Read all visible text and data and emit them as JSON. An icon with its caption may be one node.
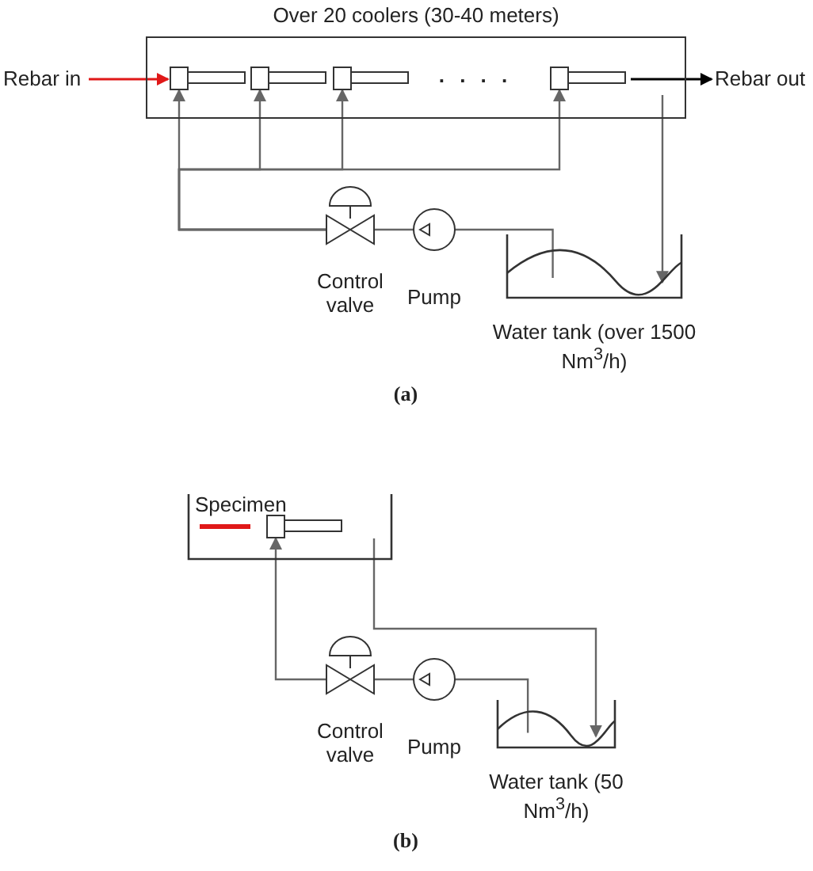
{
  "diagram": {
    "nodes": [
      {
        "text": [
          "Over 20 coolers (30-40 meters)"
        ]
      },
      {
        "text": [],
        "shape": "box",
        "in": 0
      },
      {
        "text": [],
        "shape": "box",
        "in": 0
      },
      {
        "text": [],
        "shape": "box",
        "in": 0
      },
      {
        "text": [],
        "shape": "box",
        "in": 0
      },
      {
        "text": [
          "Rebar in"
        ]
      },
      {
        "text": [
          "Rebar out"
        ]
      },
      {
        "text": [
          "Control valve"
        ]
      },
      {
        "text": [
          "Pump"
        ]
      },
      {
        "text": [
          "Water tank (over 1500 Nm$^{3}$/h)"
        ]
      },
      {
        "text": [
          "Specimen"
        ]
      },
      {
        "text": [],
        "shape": "box",
        "in": 10
      },
      {
        "text": [
          "Control valve"
        ]
      },
      {
        "text": [
          "Pump"
        ]
      },
      {
        "text": [
          "Water tank (50 Nm$^{3}$/h)"
        ]
      }
    ],
    "edges": [
      {
        "from": 5,
        "to": 1,
        "arrow": "to",
        "color": "#e01818"
      },
      {
        "from": 4,
        "to": 6,
        "arrow": "to",
        "color": "#000000"
      },
      {
        "from": 9,
        "to": 8,
        "arrow": "none"
      },
      {
        "from": 8,
        "to": 7,
        "arrow": "none"
      },
      {
        "from": 7,
        "to": 1,
        "arrow": "to"
      },
      {
        "from": 7,
        "to": 2,
        "arrow": "to"
      },
      {
        "from": 7,
        "to": 3,
        "arrow": "to"
      },
      {
        "from": 7,
        "to": 4,
        "arrow": "to"
      },
      {
        "from": 0,
        "to": 9,
        "arrow": "to"
      },
      {
        "from": 14,
        "to": 13,
        "arrow": "none"
      },
      {
        "from": 13,
        "to": 12,
        "arrow": "none"
      },
      {
        "from": 12,
        "to": 11,
        "arrow": "to"
      },
      {
        "from": 10,
        "to": 14,
        "arrow": "to"
      }
    ],
    "labels": [
      ". . . .",
      "(a)",
      "(b)"
    ]
  }
}
